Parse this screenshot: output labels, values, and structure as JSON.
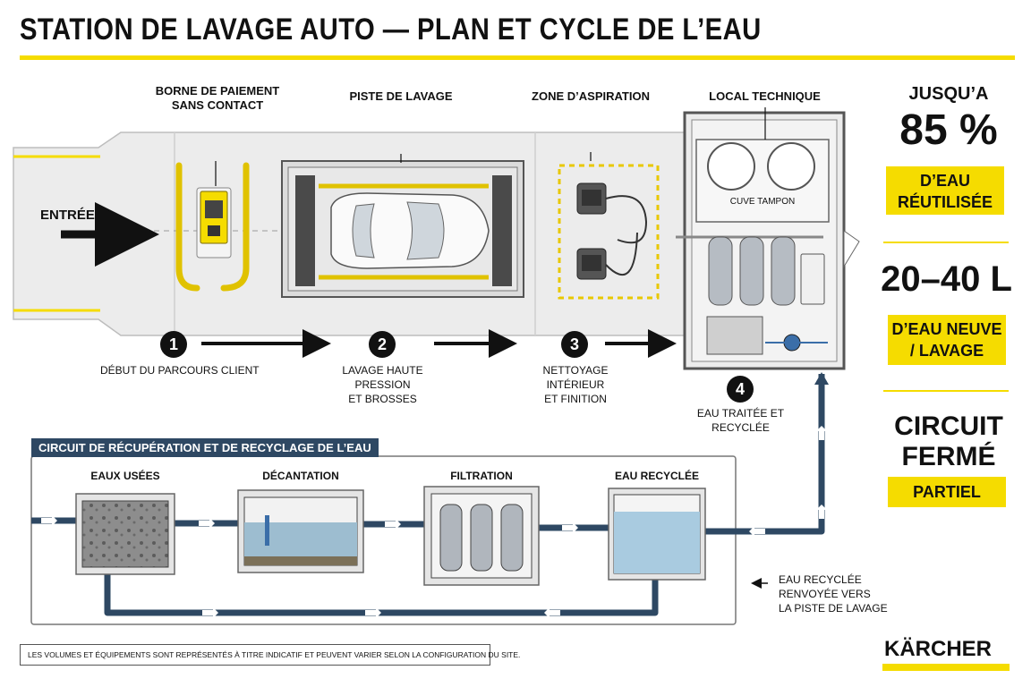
{
  "title": "STATION DE LAVAGE AUTO — PLAN ET CYCLE DE L’EAU",
  "zones": {
    "payment": "BORNE DE PAIEMENT\nSANS CONTACT",
    "wash": "PISTE DE LAVAGE",
    "vacuum": "ZONE D’ASPIRATION",
    "technical": "LOCAL TECHNIQUE",
    "tank": "CUVE TAMPON"
  },
  "entry": "ENTRÉE",
  "steps": [
    {
      "number": "1",
      "label": "DÉBUT DU PARCOURS CLIENT"
    },
    {
      "number": "2",
      "label": "LAVAGE HAUTE PRESSION\nET BROSSES"
    },
    {
      "number": "3",
      "label": "NETTOYAGE INTÉRIEUR\nET FINITION"
    },
    {
      "number": "4",
      "label": "EAU TRAITÉE ET\nRECYCLÉE"
    }
  ],
  "circuit": {
    "title": "CIRCUIT DE RÉCUPÉRATION ET DE RECYCLAGE DE L’EAU",
    "stages": [
      "EAUX USÉES",
      "DÉCANTATION",
      "FILTRATION",
      "EAU RECYCLÉE"
    ],
    "return_note": "EAU RECYCLÉE\nRENVOYÉE VERS\nLA PISTE DE LAVAGE"
  },
  "stats": {
    "reuse_prefix": "JUSQU’A",
    "reuse_value": "85 %",
    "reuse_label": "D’EAU\nRÉUTILISÉE",
    "fresh_value": "20–40 L",
    "fresh_label": "D’EAU NEUVE\n/ LAVAGE",
    "circuit_value": "CIRCUIT\nFERMÉ",
    "circuit_label": "PARTIEL"
  },
  "footnote": "LES VOLUMES ET ÉQUIPEMENTS SONT REPRÉSENTÉS À TITRE INDICATIF ET PEUVENT VARIER SELON LA CONFIGURATION DU SITE.",
  "brand": "KÄRCHER",
  "colors": {
    "accent_yellow": "#f5dc00",
    "pipe_blue": "#2e4863",
    "water": "#a9cbe0"
  }
}
